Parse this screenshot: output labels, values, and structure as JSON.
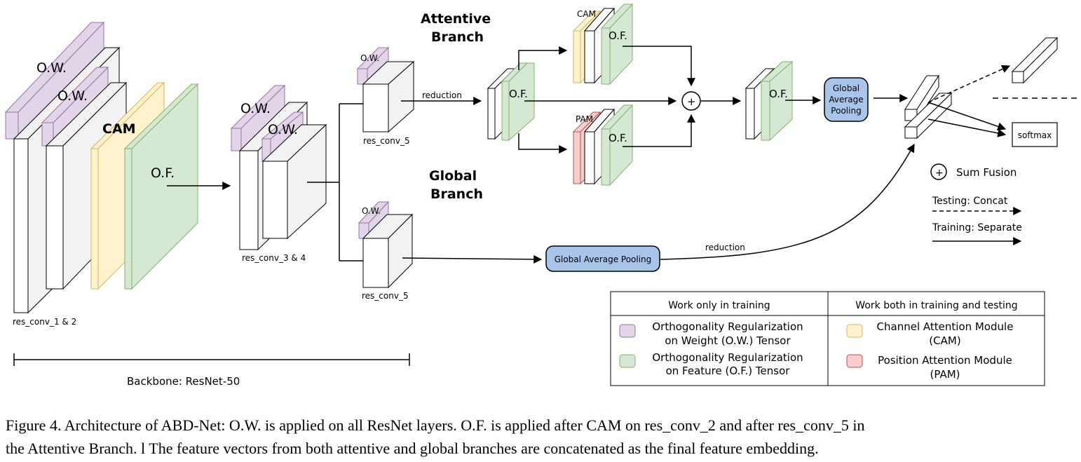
{
  "colors": {
    "ow_purple": "#e1d5e7",
    "ow_purple_stroke": "#9673a6",
    "cam_yellow": "#fff2cc",
    "cam_yellow_stroke": "#d6b656",
    "of_green": "#d5e8d4",
    "of_green_stroke": "#82b366",
    "pam_red": "#f8cecc",
    "pam_red_stroke": "#b85450",
    "gap_blue": "#a9c4eb",
    "block_gray": "#f2f2f2"
  },
  "backbone": {
    "ow_label_1": "O.W.",
    "ow_label_2": "O.W.",
    "cam_label": "CAM",
    "of_label": "O.F.",
    "res12_label": "res_conv_1 & 2",
    "ow_label_3": "O.W.",
    "ow_label_4": "O.W.",
    "res34_label": "res_conv_3 & 4",
    "span_label": "Backbone: ResNet-50"
  },
  "attentive": {
    "title_line1": "Attentive",
    "title_line2": "Branch",
    "ow_label": "O.W.",
    "res5_label": "res_conv_5",
    "reduction_label": "reduction",
    "of_label": "O.F.",
    "cam_label": "CAM",
    "cam_of_label": "O.F.",
    "pam_label": "PAM",
    "pam_of_label": "O.F.",
    "fused_of_label": "O.F.",
    "gap_line1": "Global",
    "gap_line2": "Average",
    "gap_line3": "Pooling"
  },
  "global": {
    "title_line1": "Global",
    "title_line2": "Branch",
    "ow_label": "O.W.",
    "res5_label": "res_conv_5",
    "gap_label": "Global Average Pooling",
    "reduction_label": "reduction"
  },
  "output": {
    "softmax_label": "softmax",
    "plus_symbol": "+",
    "sum_fusion_label": "Sum Fusion",
    "testing_label": "Testing: Concat",
    "training_label": "Training: Separate"
  },
  "legend": {
    "col1_header": "Work only in training",
    "col2_header": "Work both in training and testing",
    "ow_line1": "Orthogonality Regularization",
    "ow_line2": "on Weight (O.W.) Tensor",
    "of_line1": "Orthogonality Regularization",
    "of_line2": "on Feature (O.F.) Tensor",
    "cam_line1": "Channel Attention Module",
    "cam_line2": "(CAM)",
    "pam_line1": "Position Attention Module",
    "pam_line2": "(PAM)"
  },
  "caption": {
    "line1": "Figure 4. Architecture of ABD-Net: O.W. is applied on all ResNet layers. O.F. is applied after CAM on res_conv_2 and after res_conv_5 in",
    "line2": "the Attentive Branch. l The feature vectors from both attentive and global branches are concatenated as the final feature embedding."
  }
}
